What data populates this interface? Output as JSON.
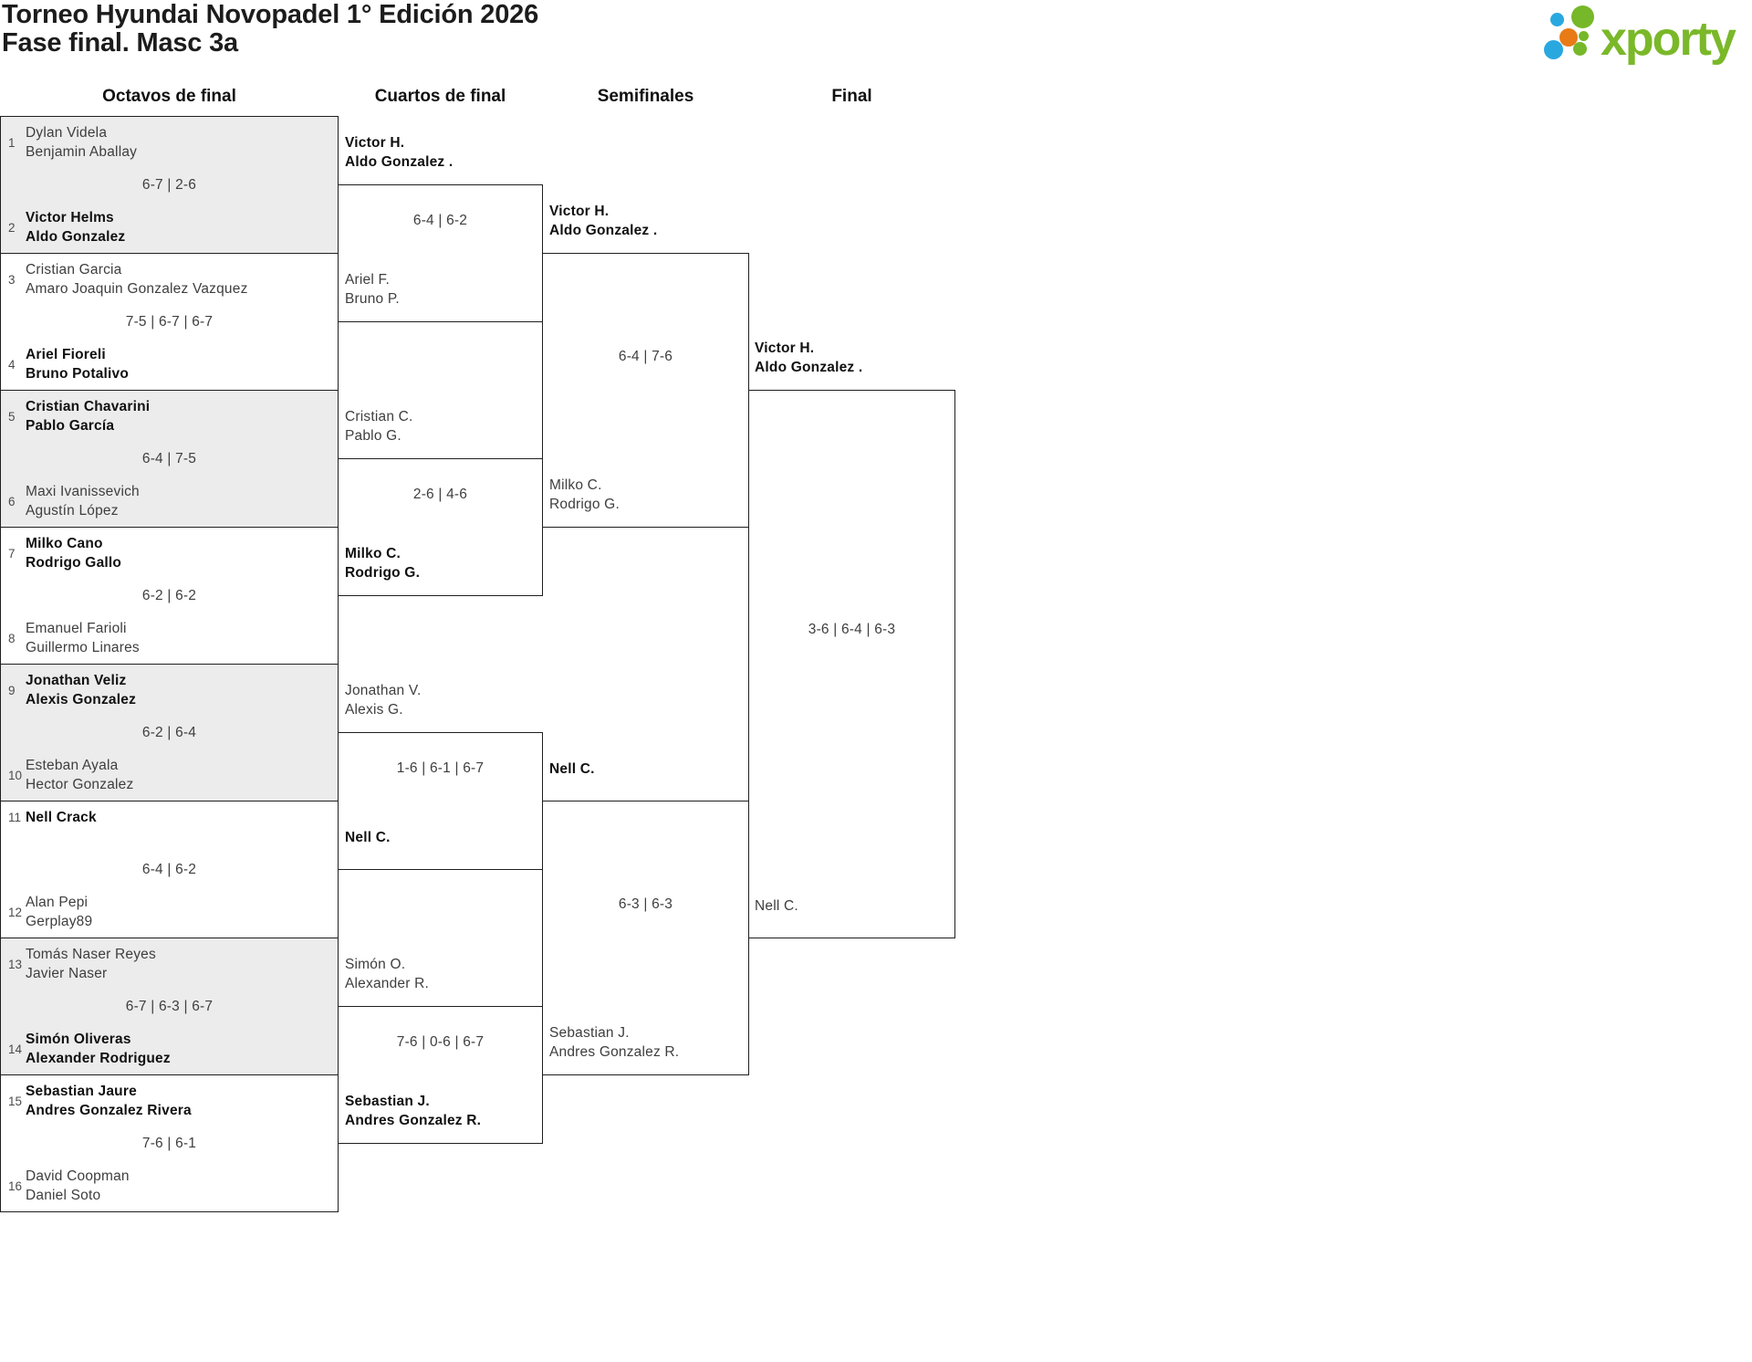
{
  "header": {
    "title": "Torneo Hyundai Novopadel 1° Edición 2026",
    "subtitle": "Fase final. Masc 3a"
  },
  "logo": {
    "wordmark": "xporty",
    "colors": {
      "green": "#76b82a",
      "blue": "#29a8e0",
      "orange": "#e87b16"
    }
  },
  "rounds": [
    {
      "label": "Octavos de final"
    },
    {
      "label": "Cuartos de final"
    },
    {
      "label": "Semifinales"
    },
    {
      "label": "Final"
    }
  ],
  "octavos": [
    {
      "score": "6-7 | 2-6",
      "top": {
        "seed": "1",
        "players": [
          "Dylan Videla",
          "Benjamin Aballay"
        ],
        "winner": false
      },
      "bottom": {
        "seed": "2",
        "players": [
          "Victor Helms",
          "Aldo Gonzalez"
        ],
        "winner": true
      }
    },
    {
      "score": "7-5 | 6-7 | 6-7",
      "top": {
        "seed": "3",
        "players": [
          "Cristian Garcia",
          "Amaro Joaquin Gonzalez Vazquez"
        ],
        "winner": false
      },
      "bottom": {
        "seed": "4",
        "players": [
          "Ariel Fioreli",
          "Bruno Potalivo"
        ],
        "winner": true
      }
    },
    {
      "score": "6-4 | 7-5",
      "top": {
        "seed": "5",
        "players": [
          "Cristian Chavarini",
          "Pablo García"
        ],
        "winner": true
      },
      "bottom": {
        "seed": "6",
        "players": [
          "Maxi Ivanissevich",
          "Agustín López"
        ],
        "winner": false
      }
    },
    {
      "score": "6-2 | 6-2",
      "top": {
        "seed": "7",
        "players": [
          "Milko Cano",
          "Rodrigo Gallo"
        ],
        "winner": true
      },
      "bottom": {
        "seed": "8",
        "players": [
          "Emanuel Farioli",
          "Guillermo Linares"
        ],
        "winner": false
      }
    },
    {
      "score": "6-2 | 6-4",
      "top": {
        "seed": "9",
        "players": [
          "Jonathan Veliz",
          "Alexis Gonzalez"
        ],
        "winner": true
      },
      "bottom": {
        "seed": "10",
        "players": [
          "Esteban Ayala",
          "Hector Gonzalez"
        ],
        "winner": false
      }
    },
    {
      "score": "6-4 | 6-2",
      "top": {
        "seed": "11",
        "players": [
          "Nell Crack"
        ],
        "winner": true
      },
      "bottom": {
        "seed": "12",
        "players": [
          "Alan Pepi",
          "Gerplay89"
        ],
        "winner": false
      }
    },
    {
      "score": "6-7 | 6-3 | 6-7",
      "top": {
        "seed": "13",
        "players": [
          "Tomás Naser Reyes",
          "Javier Naser"
        ],
        "winner": false
      },
      "bottom": {
        "seed": "14",
        "players": [
          "Simón Oliveras",
          "Alexander Rodriguez"
        ],
        "winner": true
      }
    },
    {
      "score": "7-6 | 6-1",
      "top": {
        "seed": "15",
        "players": [
          "Sebastian Jaure",
          "Andres Gonzalez Rivera"
        ],
        "winner": true
      },
      "bottom": {
        "seed": "16",
        "players": [
          "David Coopman",
          "Daniel Soto"
        ],
        "winner": false
      }
    }
  ],
  "cuartos": [
    {
      "score": "6-4 | 6-2",
      "top": {
        "players": [
          "Victor H.",
          "Aldo Gonzalez ."
        ],
        "winner": true
      },
      "bottom": {
        "players": [
          "Ariel F.",
          "Bruno P."
        ],
        "winner": false
      }
    },
    {
      "score": "2-6 | 4-6",
      "top": {
        "players": [
          "Cristian C.",
          "Pablo G."
        ],
        "winner": false
      },
      "bottom": {
        "players": [
          "Milko C.",
          "Rodrigo G."
        ],
        "winner": true
      }
    },
    {
      "score": "1-6 | 6-1 | 6-7",
      "top": {
        "players": [
          "Jonathan V.",
          "Alexis G."
        ],
        "winner": false
      },
      "bottom": {
        "players": [
          "Nell C."
        ],
        "winner": true
      }
    },
    {
      "score": "7-6 | 0-6 | 6-7",
      "top": {
        "players": [
          "Simón O.",
          "Alexander R."
        ],
        "winner": false
      },
      "bottom": {
        "players": [
          "Sebastian J.",
          "Andres Gonzalez R."
        ],
        "winner": true
      }
    }
  ],
  "semifinales": [
    {
      "score": "6-4 | 7-6",
      "top": {
        "players": [
          "Victor H.",
          "Aldo Gonzalez ."
        ],
        "winner": true
      },
      "bottom": {
        "players": [
          "Milko C.",
          "Rodrigo G."
        ],
        "winner": false
      }
    },
    {
      "score": "6-3 | 6-3",
      "top": {
        "players": [
          "Nell C."
        ],
        "winner": true
      },
      "bottom": {
        "players": [
          "Sebastian J.",
          "Andres Gonzalez R."
        ],
        "winner": false
      }
    }
  ],
  "final": {
    "score": "3-6 | 6-4 | 6-3",
    "top": {
      "players": [
        "Victor H.",
        "Aldo Gonzalez ."
      ],
      "winner": true
    },
    "bottom": {
      "players": [
        "Nell C."
      ],
      "winner": false
    }
  }
}
